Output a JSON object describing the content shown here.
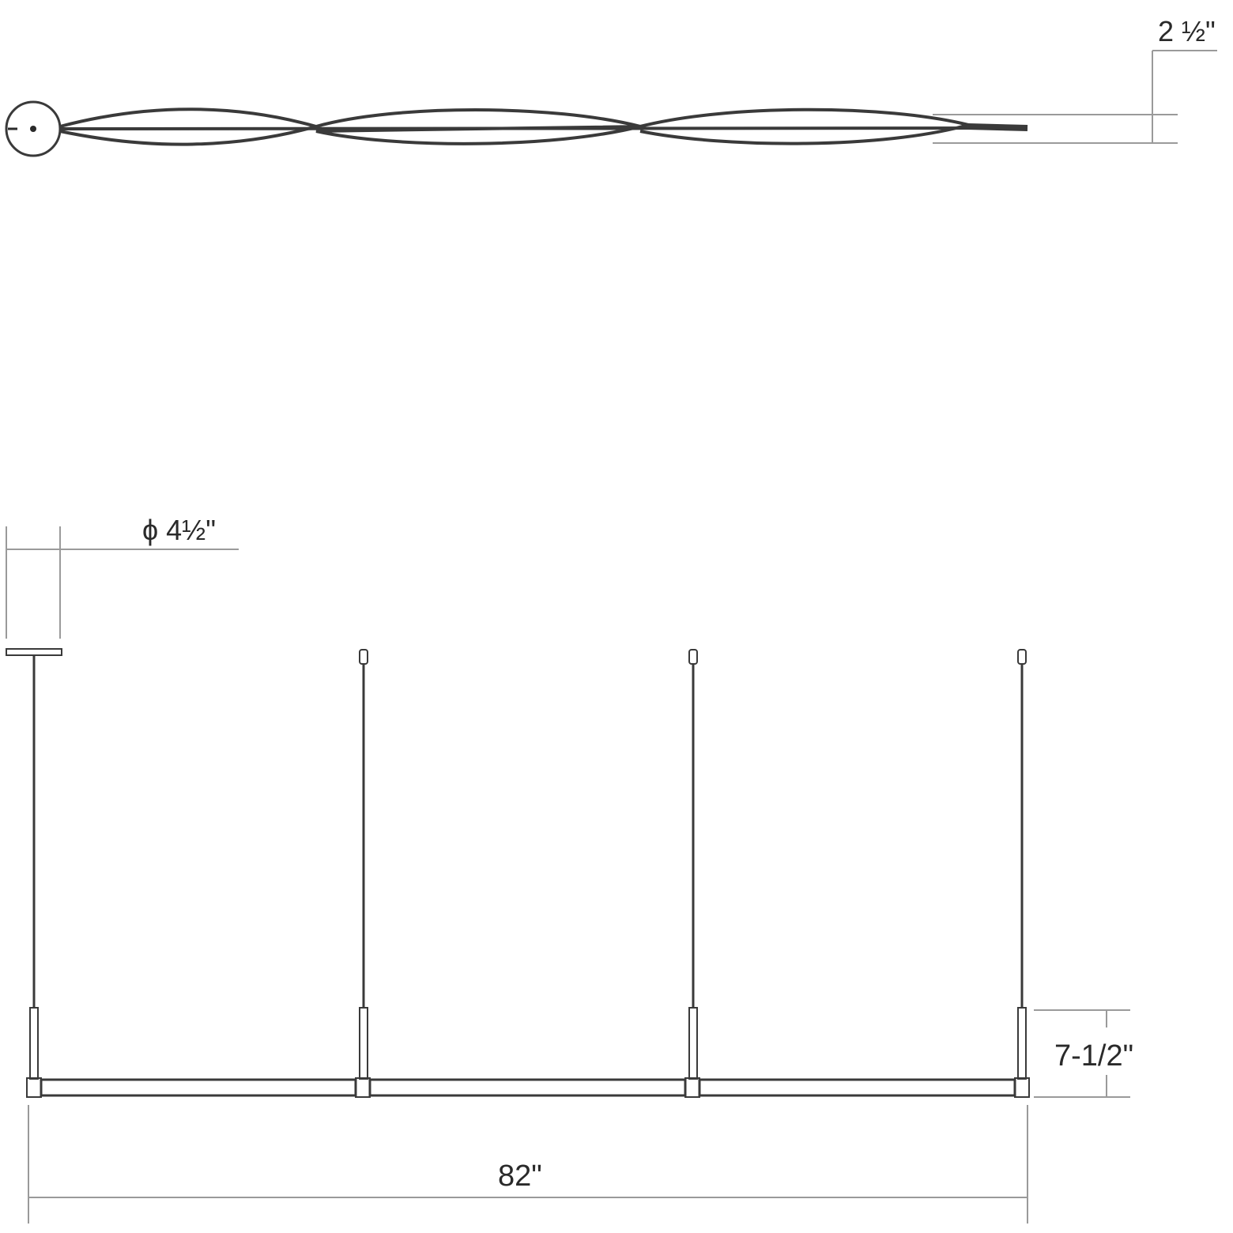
{
  "diagram": {
    "dimensions": {
      "top_view_depth": "2 ½\"",
      "canopy_diameter": "ϕ 4½\"",
      "fixture_height": "7-1/2\"",
      "overall_length": "82\""
    },
    "views": {
      "top": {
        "twisted_segments": 3
      },
      "front": {
        "stems": 4,
        "light_bars": 3
      }
    },
    "colors": {
      "ink": "#3a3a3a",
      "dimension_lines": "#9a9a9a",
      "background": "#ffffff"
    }
  }
}
